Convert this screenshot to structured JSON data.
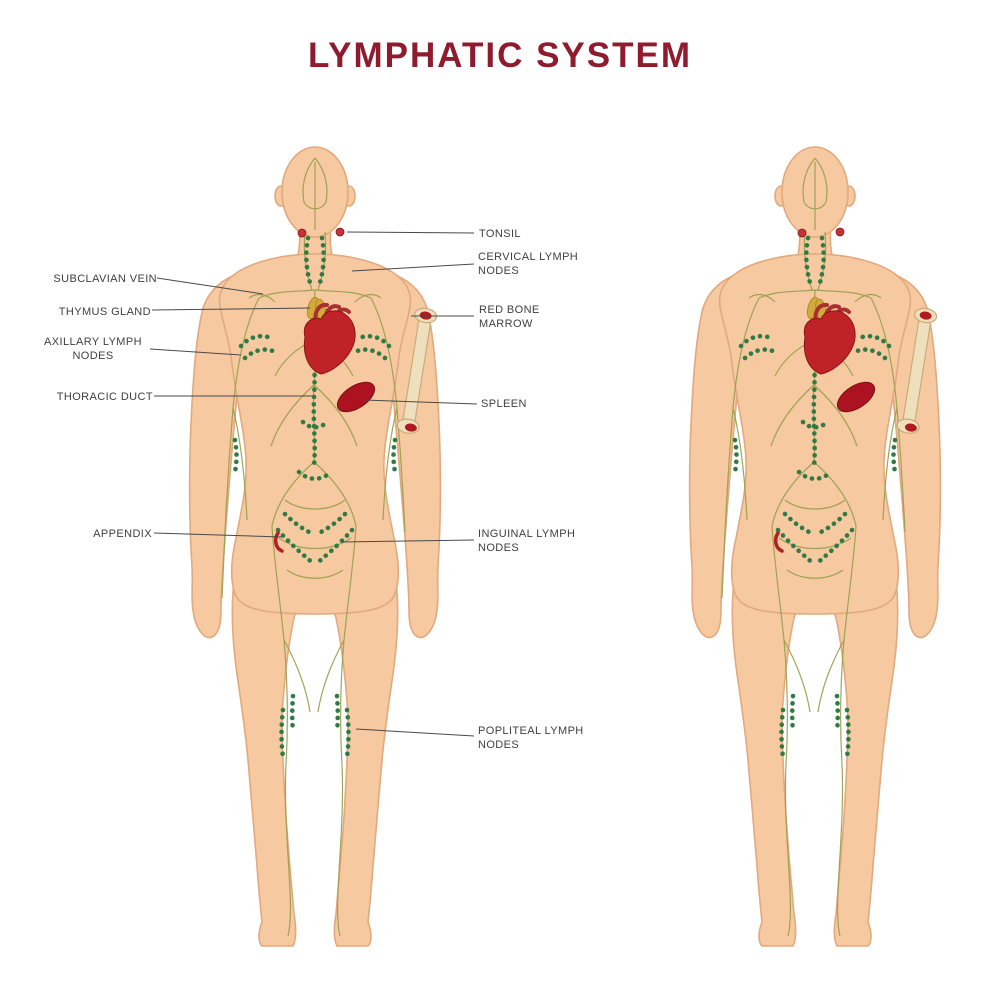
{
  "title": "LYMPHATIC SYSTEM",
  "colors": {
    "title": "#8e1c2e",
    "label_text": "#3f3f3f",
    "leader_line": "#4a4a4a",
    "skin": "#f6c9a0",
    "skin_outline": "#e2a97e",
    "lymph_vessel": "#9aa04f",
    "lymph_node": "#2f7a45",
    "heart_red": "#bf2328",
    "spleen_red": "#ad1220",
    "bone_cream": "#efe0bd",
    "marrow_red": "#b01a20",
    "thymus_yellow": "#d3a93c"
  },
  "labels": {
    "left": [
      {
        "text": "SUBCLAVIAN VEIN"
      },
      {
        "text": "THYMUS GLAND"
      },
      {
        "text": "AXILLARY LYMPH NODES"
      },
      {
        "text": "THORACIC DUCT"
      },
      {
        "text": "APPENDIX"
      }
    ],
    "right": [
      {
        "text": "TONSIL"
      },
      {
        "text": "CERVICAL LYMPH NODES"
      },
      {
        "text": "RED BONE MARROW"
      },
      {
        "text": "SPLEEN"
      },
      {
        "text": "INGUINAL LYMPH NODES"
      },
      {
        "text": "POPLITEAL LYMPH NODES"
      }
    ]
  }
}
